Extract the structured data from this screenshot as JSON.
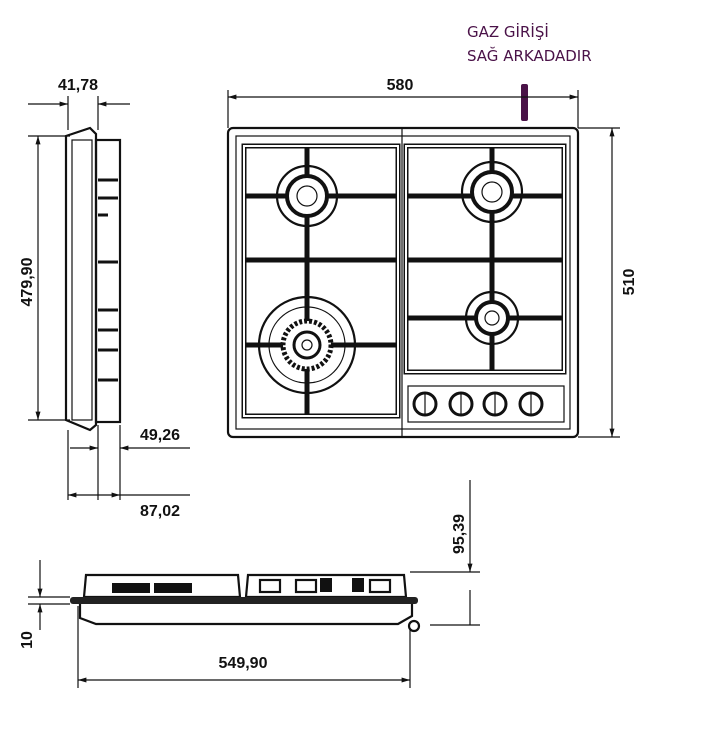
{
  "title": "Gas hob dimension drawing",
  "note": {
    "line1": "GAZ GİRİŞİ",
    "line2": "SAĞ ARKADADIR",
    "color": "#4a1248"
  },
  "dimensions": {
    "width_top": "580",
    "depth_top": "510",
    "side_height": "479,90",
    "side_top": "41,78",
    "side_mid": "49,26",
    "side_bottom": "87,02",
    "front_height": "95,39",
    "front_thickness": "10",
    "front_width": "549,90"
  },
  "knob_count": 4
}
